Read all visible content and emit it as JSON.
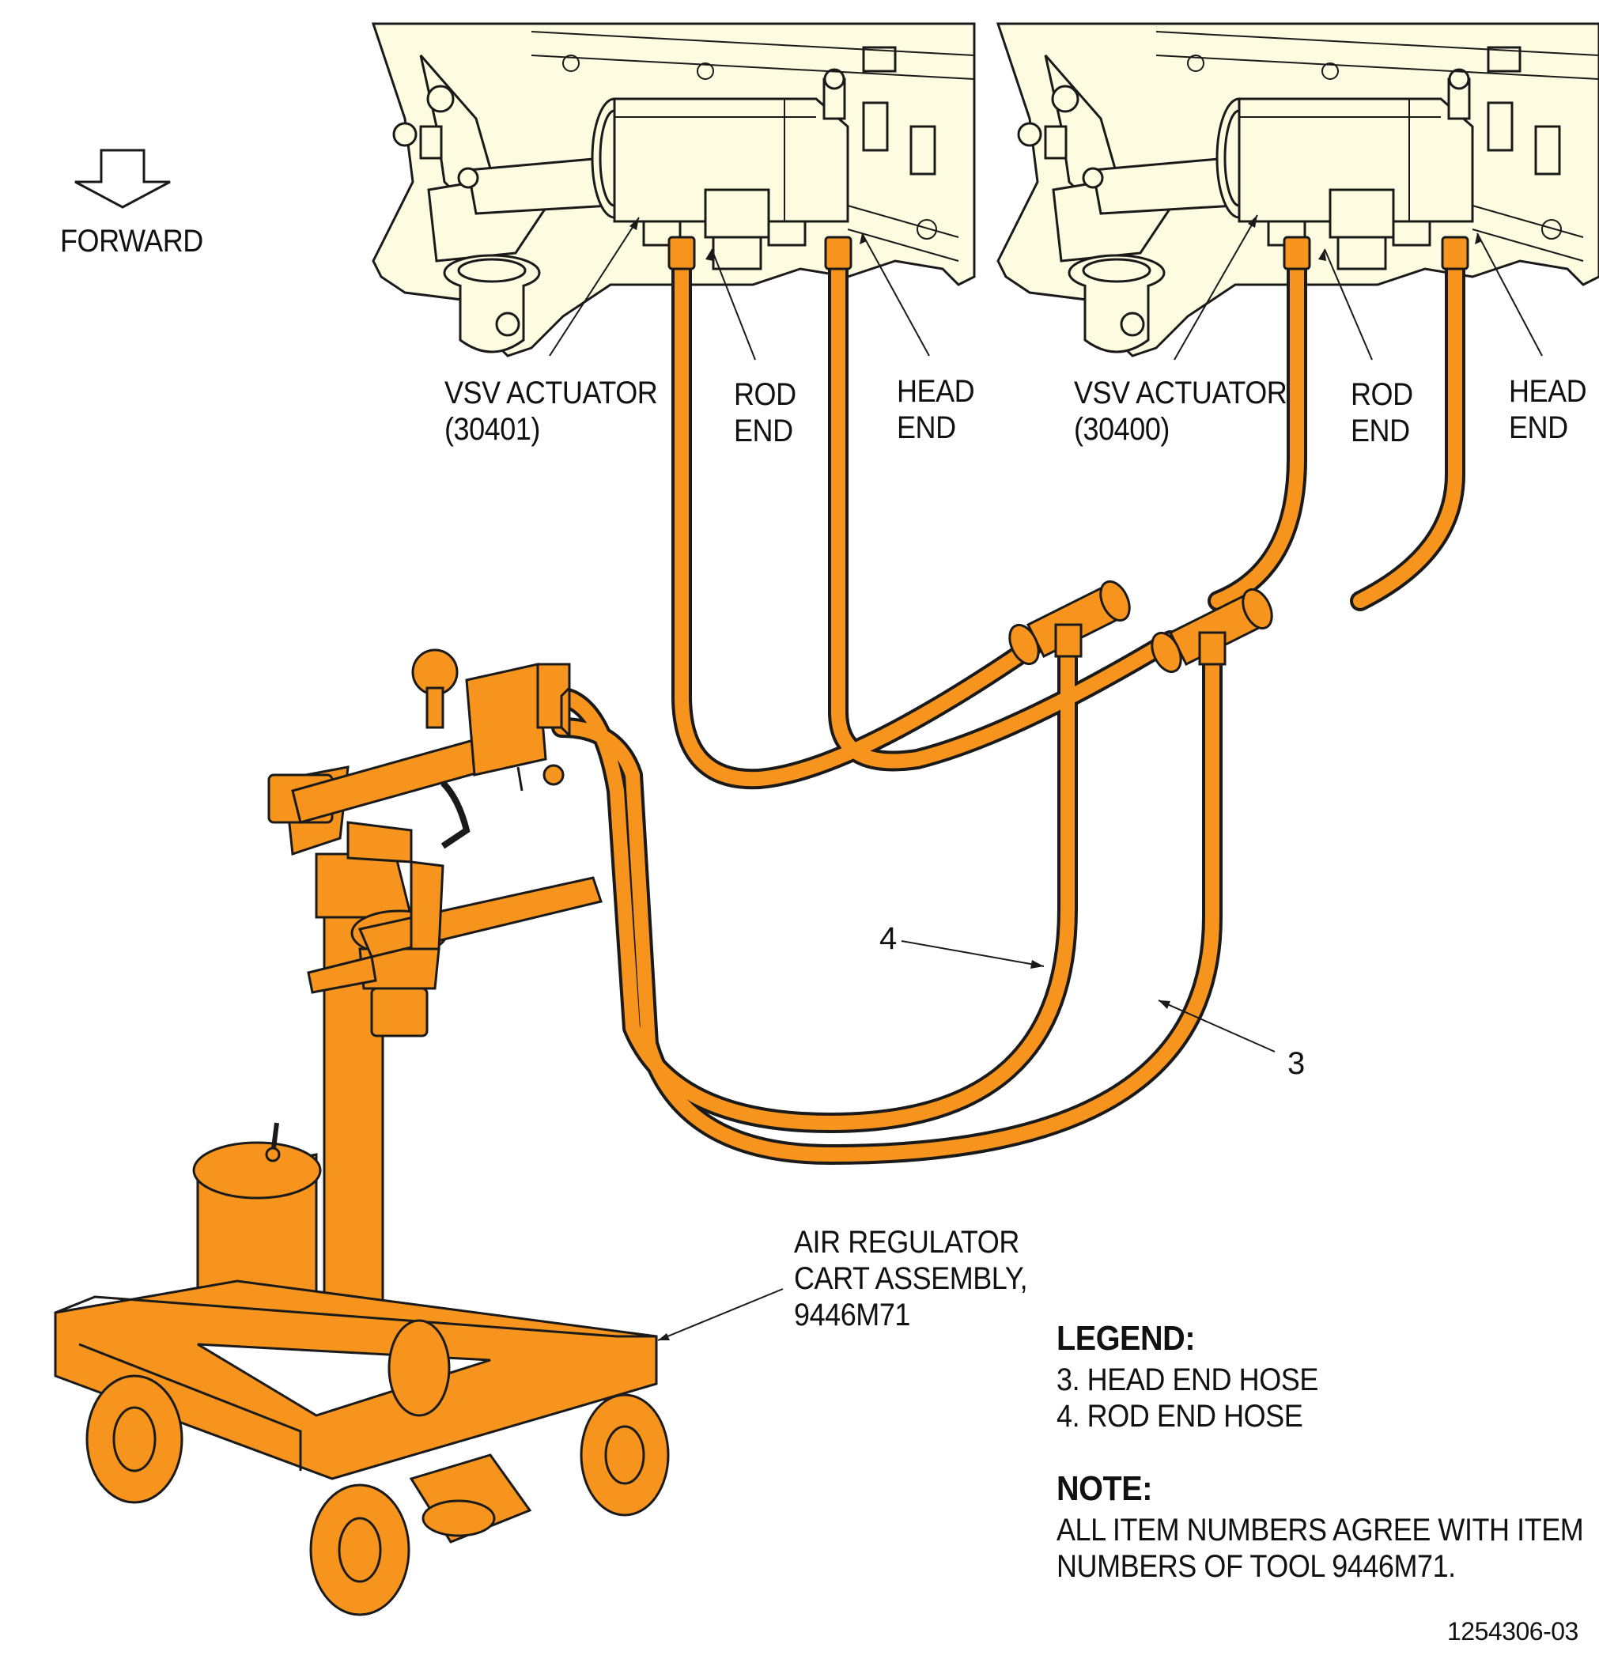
{
  "direction": {
    "label": "FORWARD",
    "icon": "down-arrow-icon"
  },
  "callouts": {
    "actuator_left": {
      "line1": "VSV ACTUATOR",
      "line2": "(30401)"
    },
    "rod_left": {
      "line1": "ROD",
      "line2": "END"
    },
    "head_left": {
      "line1": "HEAD",
      "line2": "END"
    },
    "actuator_right": {
      "line1": "VSV ACTUATOR",
      "line2": "(30400)"
    },
    "rod_right": {
      "line1": "ROD",
      "line2": "END"
    },
    "head_right": {
      "line1": "HEAD",
      "line2": "END"
    },
    "item4": "4",
    "item3": "3",
    "cart": {
      "line1": "AIR REGULATOR",
      "line2": "CART ASSEMBLY,",
      "line3": "9446M71"
    }
  },
  "legend": {
    "title": "LEGEND:",
    "items": [
      "3. HEAD END HOSE",
      "4. ROD END HOSE"
    ]
  },
  "note": {
    "title": "NOTE:",
    "line1": "ALL ITEM NUMBERS AGREE WITH ITEM",
    "line2": "NUMBERS OF TOOL 9446M71."
  },
  "figure_id": "1254306-03",
  "colors": {
    "hose": "#f7941d",
    "engine": "#fdfce1",
    "outline": "#1a1a1a"
  }
}
